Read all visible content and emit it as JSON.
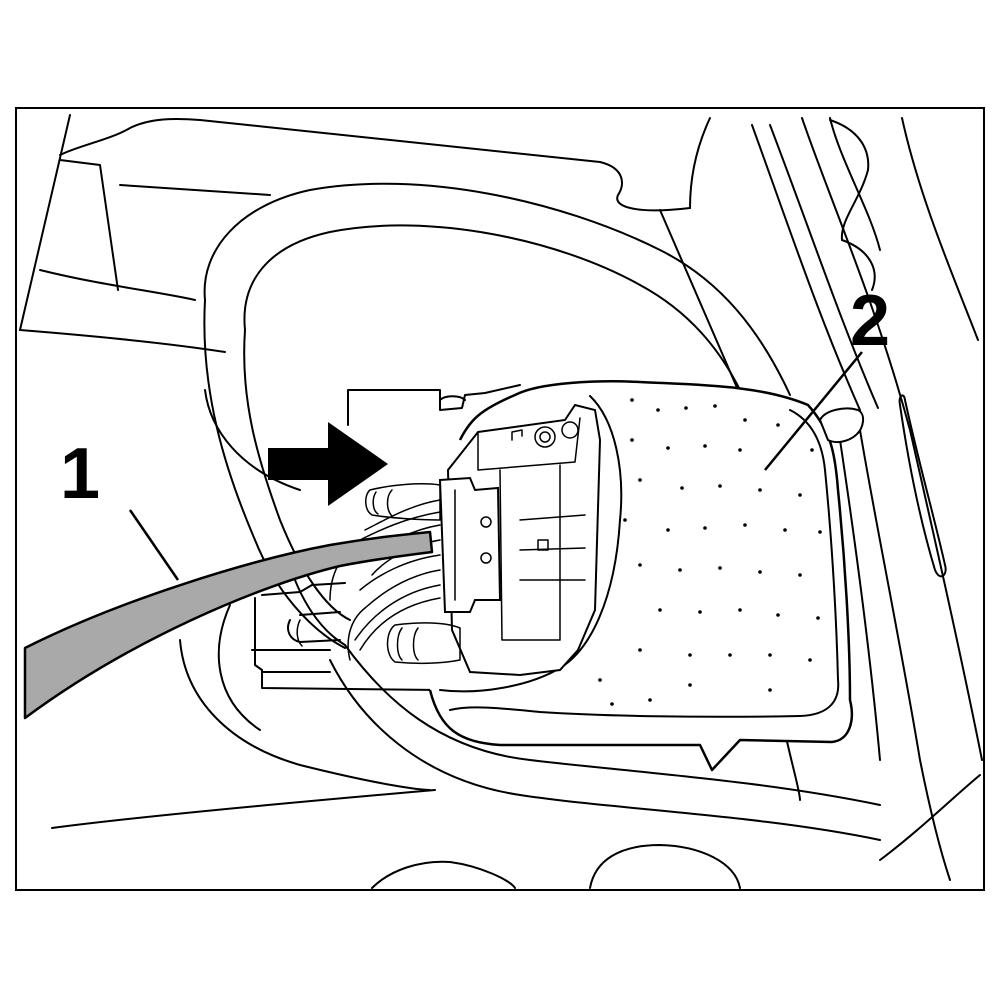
{
  "figure": {
    "callouts": [
      {
        "id": "1",
        "label": "1"
      },
      {
        "id": "2",
        "label": "2"
      }
    ],
    "colors": {
      "line": "#000000",
      "background": "#ffffff",
      "highlighted_cable": "#a9a9a9"
    },
    "icons": [
      "arrow-icon"
    ]
  }
}
